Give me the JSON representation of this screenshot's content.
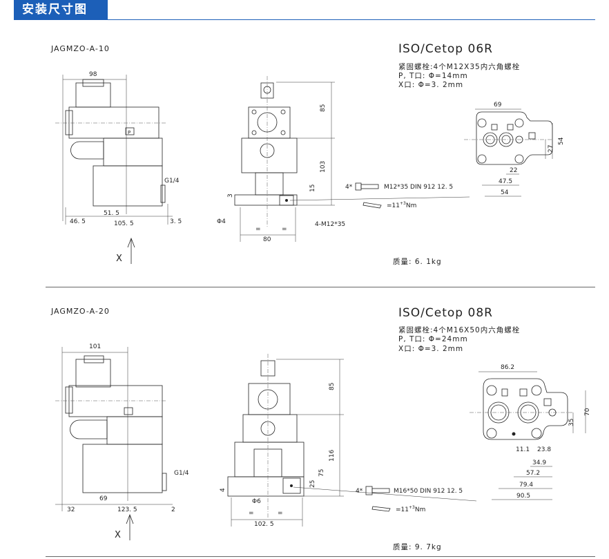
{
  "header": {
    "title": "安装尺寸图",
    "accent": "#1c5fb8"
  },
  "sections": [
    {
      "model": "JAGMZO-A-10",
      "iso": "ISO/Cetop 06R",
      "bolt": "紧固螺栓:4个M12X35内六角螺栓",
      "pt_port": "P, T口: Φ=14mm",
      "x_port": "X口: Φ=3. 2mm",
      "weight": "质量: 6. 1kg",
      "side": {
        "w": "98",
        "port": "G1/4",
        "d1": "46. 5",
        "d2": "51. 5",
        "d3": "105. 5",
        "d4": "3. 5",
        "view": "X"
      },
      "front": {
        "h1": "85",
        "h2": "103",
        "h3": "15",
        "h4": "3",
        "dia": "Φ4",
        "w": "80",
        "screws": "4-M12*35",
        "eq": "="
      },
      "bolt_callout": {
        "qty": "4*",
        "spec": "M12*35   DIN  912  12. 5",
        "torque": "=11",
        "torque_sup": "+3",
        "torque_unit": "Nm"
      },
      "plate": {
        "w": "69",
        "h": "54",
        "h2": "27",
        "d1": "22",
        "d2": "47.5",
        "d3": "54"
      }
    },
    {
      "model": "JAGMZO-A-20",
      "iso": "ISO/Cetop 08R",
      "bolt": "紧固螺栓:4个M16X50内六角螺栓",
      "pt_port": "P, T口: Φ=24mm",
      "x_port": "X口: Φ=3. 2mm",
      "weight": "质量: 9. 7kg",
      "side": {
        "w": "101",
        "port": "G1/4",
        "d1": "32",
        "d2": "69",
        "d3": "123. 5",
        "d4": "2",
        "view": "X"
      },
      "front": {
        "h1": "85",
        "h2": "116",
        "h3": "75",
        "h4": "25",
        "h5": "4",
        "dia": "Φ6",
        "w": "102. 5",
        "eq": "="
      },
      "bolt_callout": {
        "qty": "4*",
        "spec": "M16*50   DIN  912  12. 5",
        "torque": "=11",
        "torque_sup": "+3",
        "torque_unit": "Nm"
      },
      "plate": {
        "w": "86.2",
        "h": "70",
        "h2": "35",
        "d1": "11.1",
        "d2": "23.8",
        "d3": "34.9",
        "d4": "57.2",
        "d5": "79.4",
        "d6": "90.5"
      }
    }
  ]
}
